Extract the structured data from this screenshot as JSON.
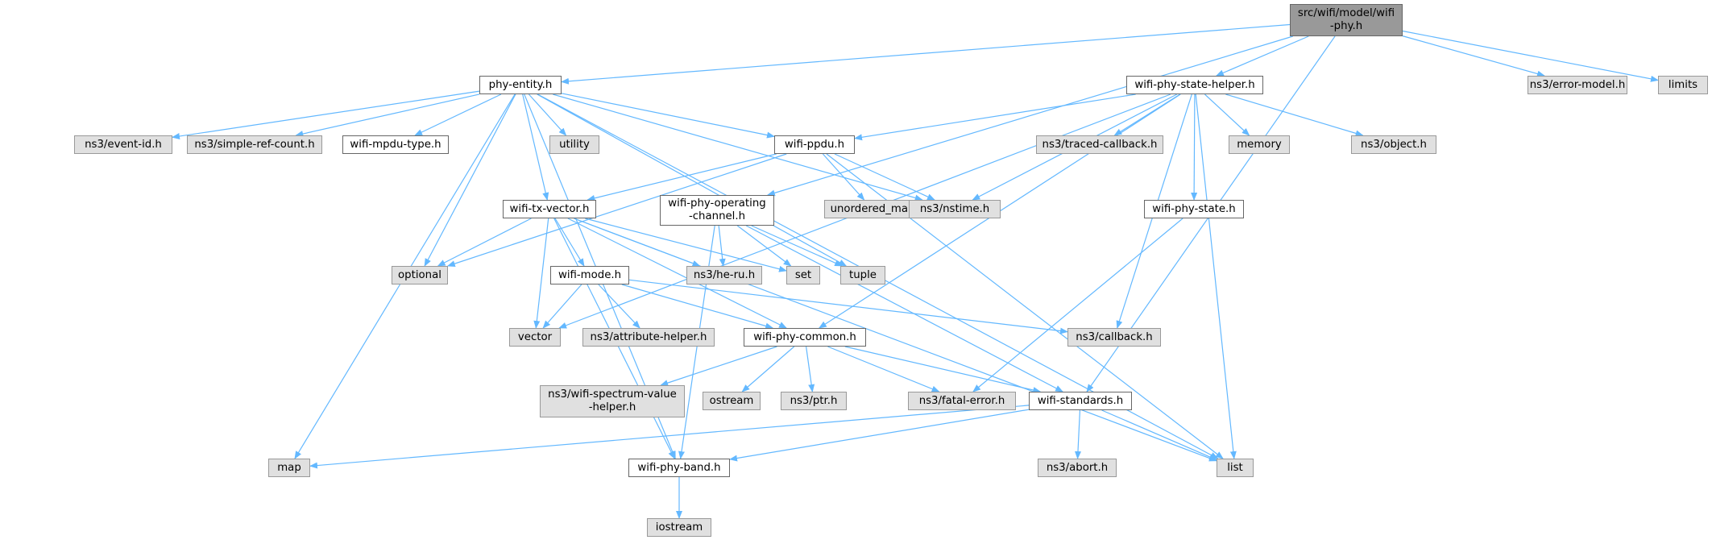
{
  "colors": {
    "edge": "#63b8ff",
    "local_fill": "#ffffff",
    "system_fill": "#e0e0e0",
    "root_fill": "#999999",
    "border": "#666666"
  },
  "nodes": {
    "root": "src/wifi/model/wifi\n-phy.h",
    "phy_entity": "phy-entity.h",
    "wifi_phy_state_helper": "wifi-phy-state-helper.h",
    "error_model": "ns3/error-model.h",
    "limits": "limits",
    "event_id": "ns3/event-id.h",
    "simple_ref_count": "ns3/simple-ref-count.h",
    "wifi_mpdu_type": "wifi-mpdu-type.h",
    "utility": "utility",
    "wifi_ppdu": "wifi-ppdu.h",
    "traced_callback": "ns3/traced-callback.h",
    "memory": "memory",
    "object": "ns3/object.h",
    "wifi_tx_vector": "wifi-tx-vector.h",
    "wifi_phy_operating_channel": "wifi-phy-operating\n-channel.h",
    "unordered_map": "unordered_map",
    "nstime": "ns3/nstime.h",
    "wifi_phy_state": "wifi-phy-state.h",
    "optional": "optional",
    "he_ru": "ns3/he-ru.h",
    "set": "set",
    "tuple": "tuple",
    "wifi_mode": "wifi-mode.h",
    "vector": "vector",
    "attribute_helper": "ns3/attribute-helper.h",
    "wifi_phy_common": "wifi-phy-common.h",
    "callback": "ns3/callback.h",
    "wifi_spectrum_value_helper": "ns3/wifi-spectrum-value\n-helper.h",
    "ostream": "ostream",
    "ptr": "ns3/ptr.h",
    "fatal_error": "ns3/fatal-error.h",
    "wifi_standards": "wifi-standards.h",
    "map": "map",
    "wifi_phy_band": "wifi-phy-band.h",
    "abort": "ns3/abort.h",
    "list": "list",
    "iostream": "iostream"
  },
  "edges": [
    [
      "root",
      "phy_entity"
    ],
    [
      "root",
      "wifi_phy_state_helper"
    ],
    [
      "root",
      "error_model"
    ],
    [
      "root",
      "limits"
    ],
    [
      "root",
      "wifi_phy_operating_channel"
    ],
    [
      "root",
      "wifi_standards"
    ],
    [
      "phy_entity",
      "event_id"
    ],
    [
      "phy_entity",
      "simple_ref_count"
    ],
    [
      "phy_entity",
      "wifi_mpdu_type"
    ],
    [
      "phy_entity",
      "utility"
    ],
    [
      "phy_entity",
      "wifi_ppdu"
    ],
    [
      "phy_entity",
      "wifi_tx_vector"
    ],
    [
      "phy_entity",
      "nstime"
    ],
    [
      "phy_entity",
      "optional"
    ],
    [
      "phy_entity",
      "tuple"
    ],
    [
      "phy_entity",
      "list"
    ],
    [
      "phy_entity",
      "map"
    ],
    [
      "phy_entity",
      "wifi_phy_band"
    ],
    [
      "wifi_phy_state_helper",
      "wifi_ppdu"
    ],
    [
      "wifi_phy_state_helper",
      "traced_callback"
    ],
    [
      "wifi_phy_state_helper",
      "memory"
    ],
    [
      "wifi_phy_state_helper",
      "object"
    ],
    [
      "wifi_phy_state_helper",
      "wifi_phy_state"
    ],
    [
      "wifi_phy_state_helper",
      "nstime"
    ],
    [
      "wifi_phy_state_helper",
      "vector"
    ],
    [
      "wifi_phy_state_helper",
      "wifi_phy_common"
    ],
    [
      "wifi_phy_state_helper",
      "callback"
    ],
    [
      "wifi_phy_state_helper",
      "list"
    ],
    [
      "wifi_ppdu",
      "wifi_tx_vector"
    ],
    [
      "wifi_ppdu",
      "unordered_map"
    ],
    [
      "wifi_ppdu",
      "nstime"
    ],
    [
      "wifi_ppdu",
      "optional"
    ],
    [
      "wifi_ppdu",
      "list"
    ],
    [
      "wifi_phy_operating_channel",
      "he_ru"
    ],
    [
      "wifi_phy_operating_channel",
      "set"
    ],
    [
      "wifi_phy_operating_channel",
      "tuple"
    ],
    [
      "wifi_phy_operating_channel",
      "wifi_phy_band"
    ],
    [
      "wifi_phy_operating_channel",
      "wifi_standards"
    ],
    [
      "wifi_phy_state",
      "fatal_error"
    ],
    [
      "wifi_tx_vector",
      "optional"
    ],
    [
      "wifi_tx_vector",
      "he_ru"
    ],
    [
      "wifi_tx_vector",
      "set"
    ],
    [
      "wifi_tx_vector",
      "wifi_mode"
    ],
    [
      "wifi_tx_vector",
      "vector"
    ],
    [
      "wifi_tx_vector",
      "wifi_phy_common"
    ],
    [
      "wifi_tx_vector",
      "wifi_phy_band"
    ],
    [
      "wifi_tx_vector",
      "list"
    ],
    [
      "wifi_mode",
      "vector"
    ],
    [
      "wifi_mode",
      "attribute_helper"
    ],
    [
      "wifi_mode",
      "wifi_phy_common"
    ],
    [
      "wifi_mode",
      "callback"
    ],
    [
      "wifi_phy_common",
      "wifi_spectrum_value_helper"
    ],
    [
      "wifi_phy_common",
      "ostream"
    ],
    [
      "wifi_phy_common",
      "ptr"
    ],
    [
      "wifi_phy_common",
      "fatal_error"
    ],
    [
      "wifi_phy_common",
      "wifi_standards"
    ],
    [
      "wifi_standards",
      "map"
    ],
    [
      "wifi_standards",
      "wifi_phy_band"
    ],
    [
      "wifi_standards",
      "abort"
    ],
    [
      "wifi_standards",
      "list"
    ],
    [
      "wifi_phy_band",
      "iostream"
    ]
  ]
}
